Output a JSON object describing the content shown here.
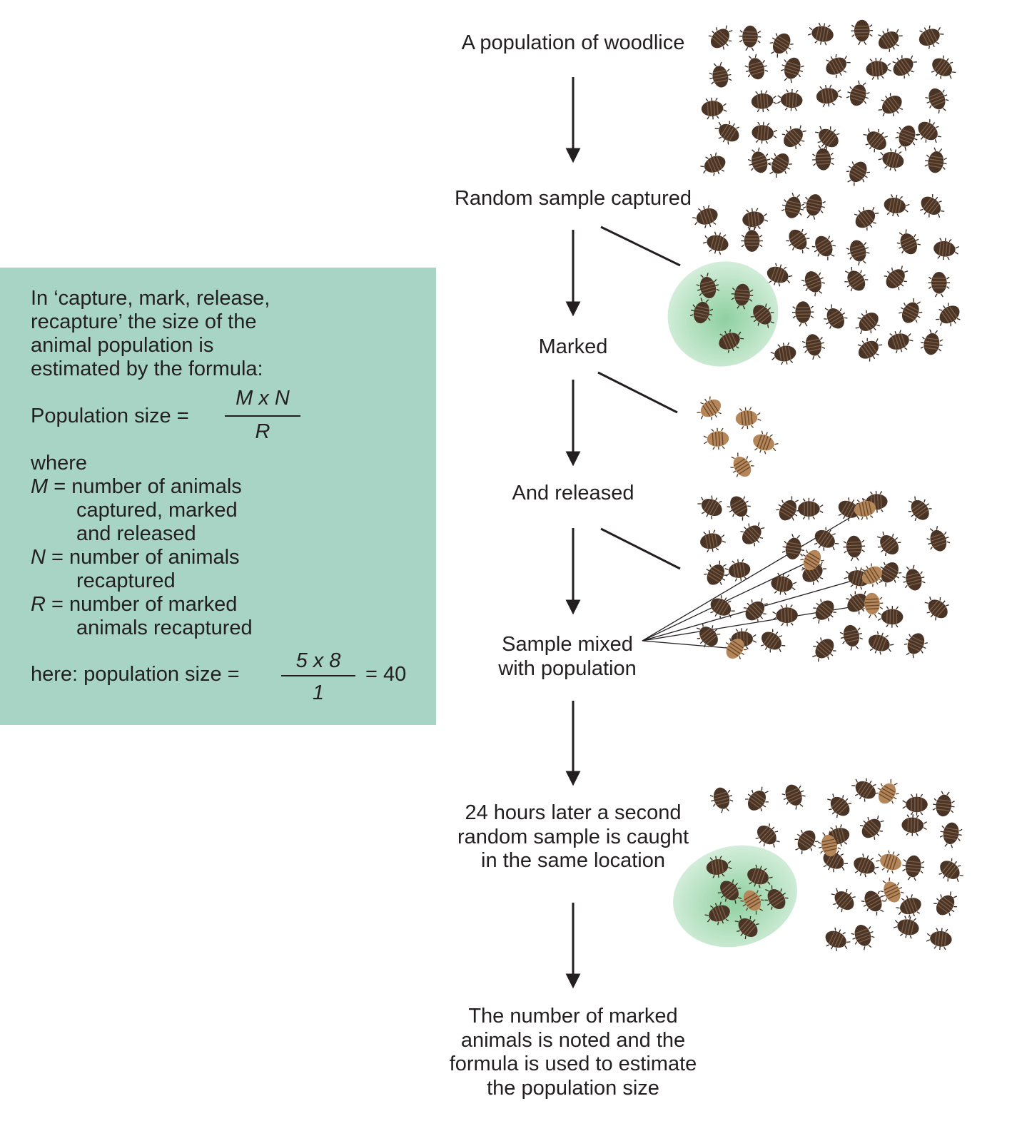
{
  "steps": [
    {
      "id": "population",
      "lines": [
        "A population of woodlice"
      ]
    },
    {
      "id": "sample",
      "lines": [
        "Random sample captured"
      ]
    },
    {
      "id": "marked",
      "lines": [
        "Marked"
      ]
    },
    {
      "id": "released",
      "lines": [
        "And released"
      ]
    },
    {
      "id": "mixed",
      "lines": [
        "Sample mixed",
        "with population"
      ]
    },
    {
      "id": "second_sample",
      "lines": [
        "24 hours later a second",
        "random sample is caught",
        "in the same location"
      ]
    },
    {
      "id": "estimate",
      "lines": [
        "The number of marked",
        "animals is noted and the",
        "formula is used to estimate",
        "the population size"
      ]
    }
  ],
  "info_box": {
    "intro": [
      "In ‘capture, mark, release,",
      "recapture’ the size of the",
      "animal population is",
      "estimated by the formula:"
    ],
    "formula_label": "Population size =",
    "formula_numerator": "M x N",
    "formula_denominator": "R",
    "where": "where",
    "definitions": [
      {
        "var": "M",
        "lines": [
          " = number of animals",
          "captured, marked",
          "and released"
        ]
      },
      {
        "var": "N",
        "lines": [
          " = number of animals",
          "recaptured"
        ]
      },
      {
        "var": "R",
        "lines": [
          " = number of marked",
          "animals recaptured"
        ]
      }
    ],
    "example_label": "here: population size =",
    "example_numerator": "5 x 8",
    "example_denominator": "1",
    "example_result": "= 40"
  },
  "colors": {
    "panel": "#a8d4c6",
    "woodlouse_dark": "#4a3426",
    "woodlouse_marked": "#b48659",
    "capture_ellipse": "#a9dbb6",
    "text": "#231f20"
  }
}
